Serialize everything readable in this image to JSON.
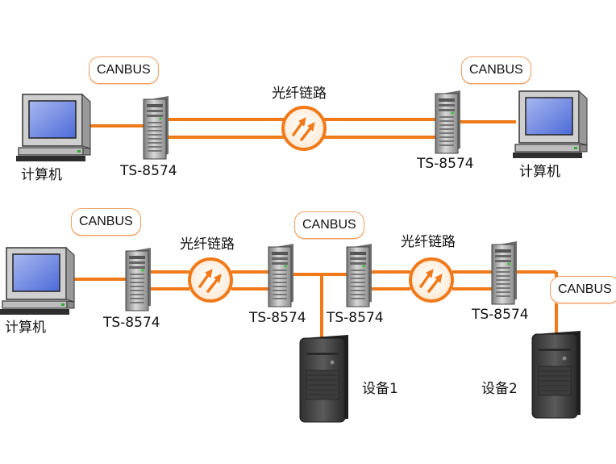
{
  "labels": {
    "computer": "计算机",
    "converter": "TS-8574",
    "fiber_link": "光纤链路",
    "canbus": "CANBUS",
    "device1": "设备1",
    "device2": "设备2"
  },
  "colors": {
    "link": "#f07a1a",
    "badge_border": "#f0a060",
    "server_body": "#9a9a9a",
    "monitor_screen": "#6f88e0",
    "device_body": "#404040"
  },
  "icons": {
    "computer": "computer-icon",
    "converter": "server-tower-icon",
    "fiber": "fiber-optic-icon",
    "device": "card-reader-icon"
  }
}
